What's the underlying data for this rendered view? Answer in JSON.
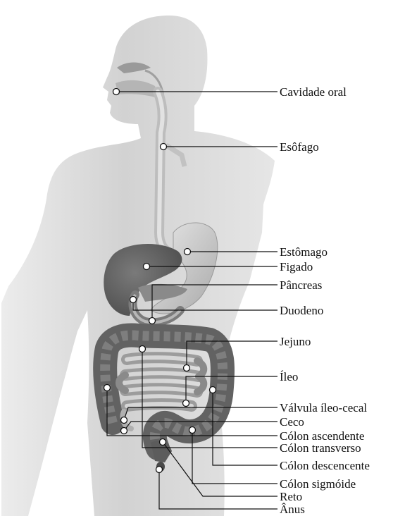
{
  "labels": {
    "oral_cavity": "Cavidade oral",
    "esophagus": "Esôfago",
    "stomach": "Estômago",
    "liver": "Figado",
    "pancreas": "Pâncreas",
    "duodenum": "Duodeno",
    "jejunum": "Jejuno",
    "ileum": "Íleo",
    "ileocecal_valve": "Válvula íleo-cecal",
    "cecum": "Ceco",
    "ascending_colon": "Cólon ascendente",
    "transverse_colon": "Cólon transverso",
    "descending_colon": "Cólon descencente",
    "sigmoid_colon": "Cólon sigmóide",
    "rectum": "Reto",
    "anus": "Ânus"
  },
  "colors": {
    "silhouette": "#d9d9d9",
    "organ_dark": "#6a6a6a",
    "organ_mid": "#8c8c8c",
    "tube_light": "#cfcfcf",
    "line": "#111111"
  }
}
